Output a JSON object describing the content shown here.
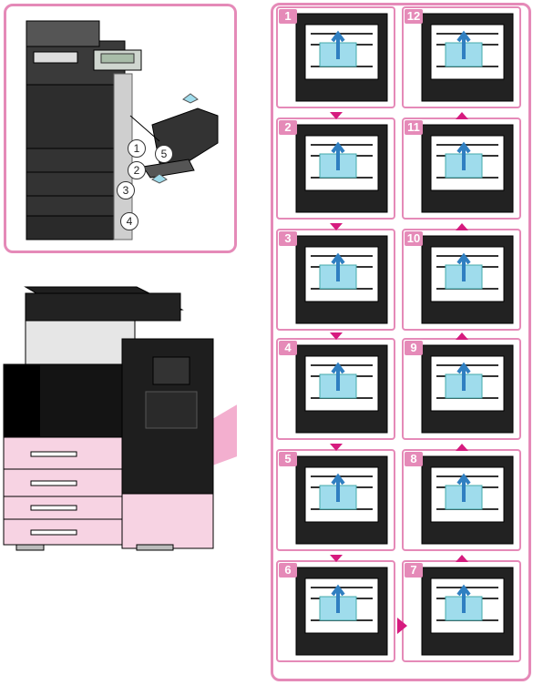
{
  "overview": {
    "callouts": [
      "1",
      "2",
      "3",
      "4",
      "5"
    ]
  },
  "steps": [
    {
      "label": "1"
    },
    {
      "label": "2"
    },
    {
      "label": "3"
    },
    {
      "label": "4"
    },
    {
      "label": "5"
    },
    {
      "label": "6"
    },
    {
      "label": "7"
    },
    {
      "label": "8"
    },
    {
      "label": "9"
    },
    {
      "label": "10"
    },
    {
      "label": "11"
    },
    {
      "label": "12"
    }
  ],
  "colors": {
    "frame": "#e58ab8",
    "arrow": "#d61b7f",
    "paper": "#9fdcec",
    "blue_arrow": "#2f7fc1",
    "tray_tint": "#f7d3e3"
  }
}
